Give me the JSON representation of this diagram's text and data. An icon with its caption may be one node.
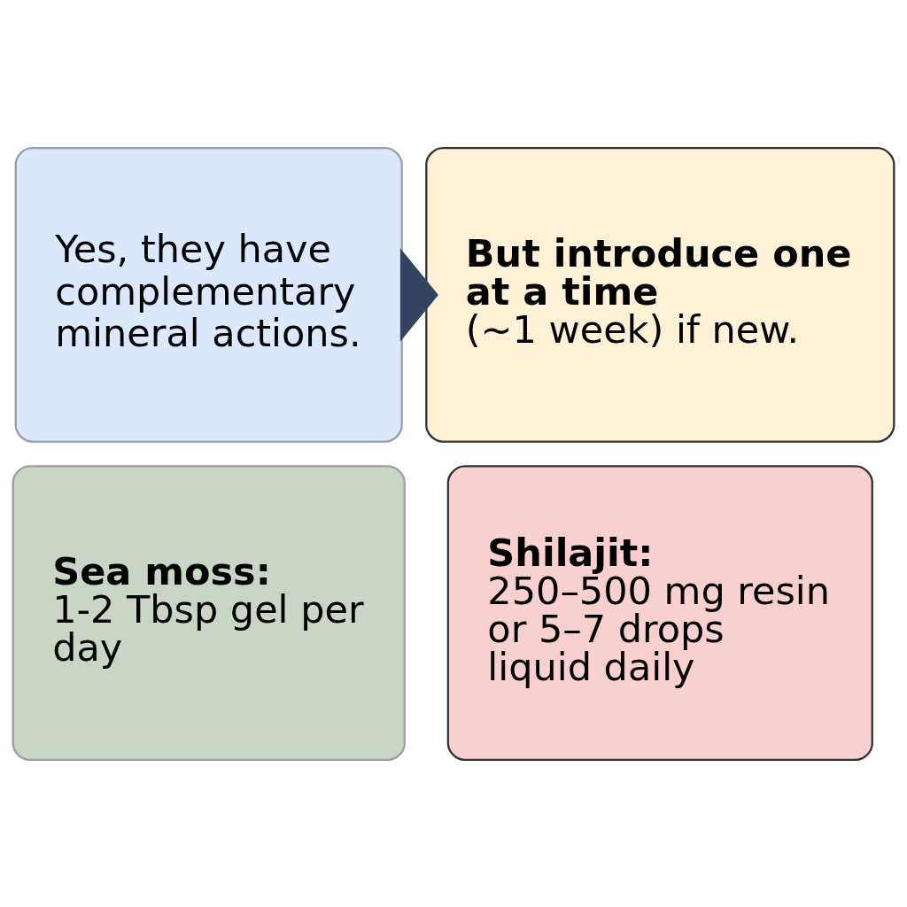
{
  "diagram": {
    "nodes": [
      {
        "text": [
          "Yes, they have complementary mineral actions."
        ]
      },
      {
        "text": [
          "But introduce one at a time",
          "(~1 week) if new."
        ]
      },
      {
        "text": [
          "Sea moss:",
          "1-2 Tbsp gel per day"
        ]
      },
      {
        "text": [
          "Shilajit:",
          "250–500 mg resin or 5–7 drops liquid daily"
        ]
      }
    ],
    "edges": [
      {
        "from": 0,
        "to": 1,
        "arrow": "to",
        "style": "thick",
        "color": "#34445f"
      }
    ]
  }
}
